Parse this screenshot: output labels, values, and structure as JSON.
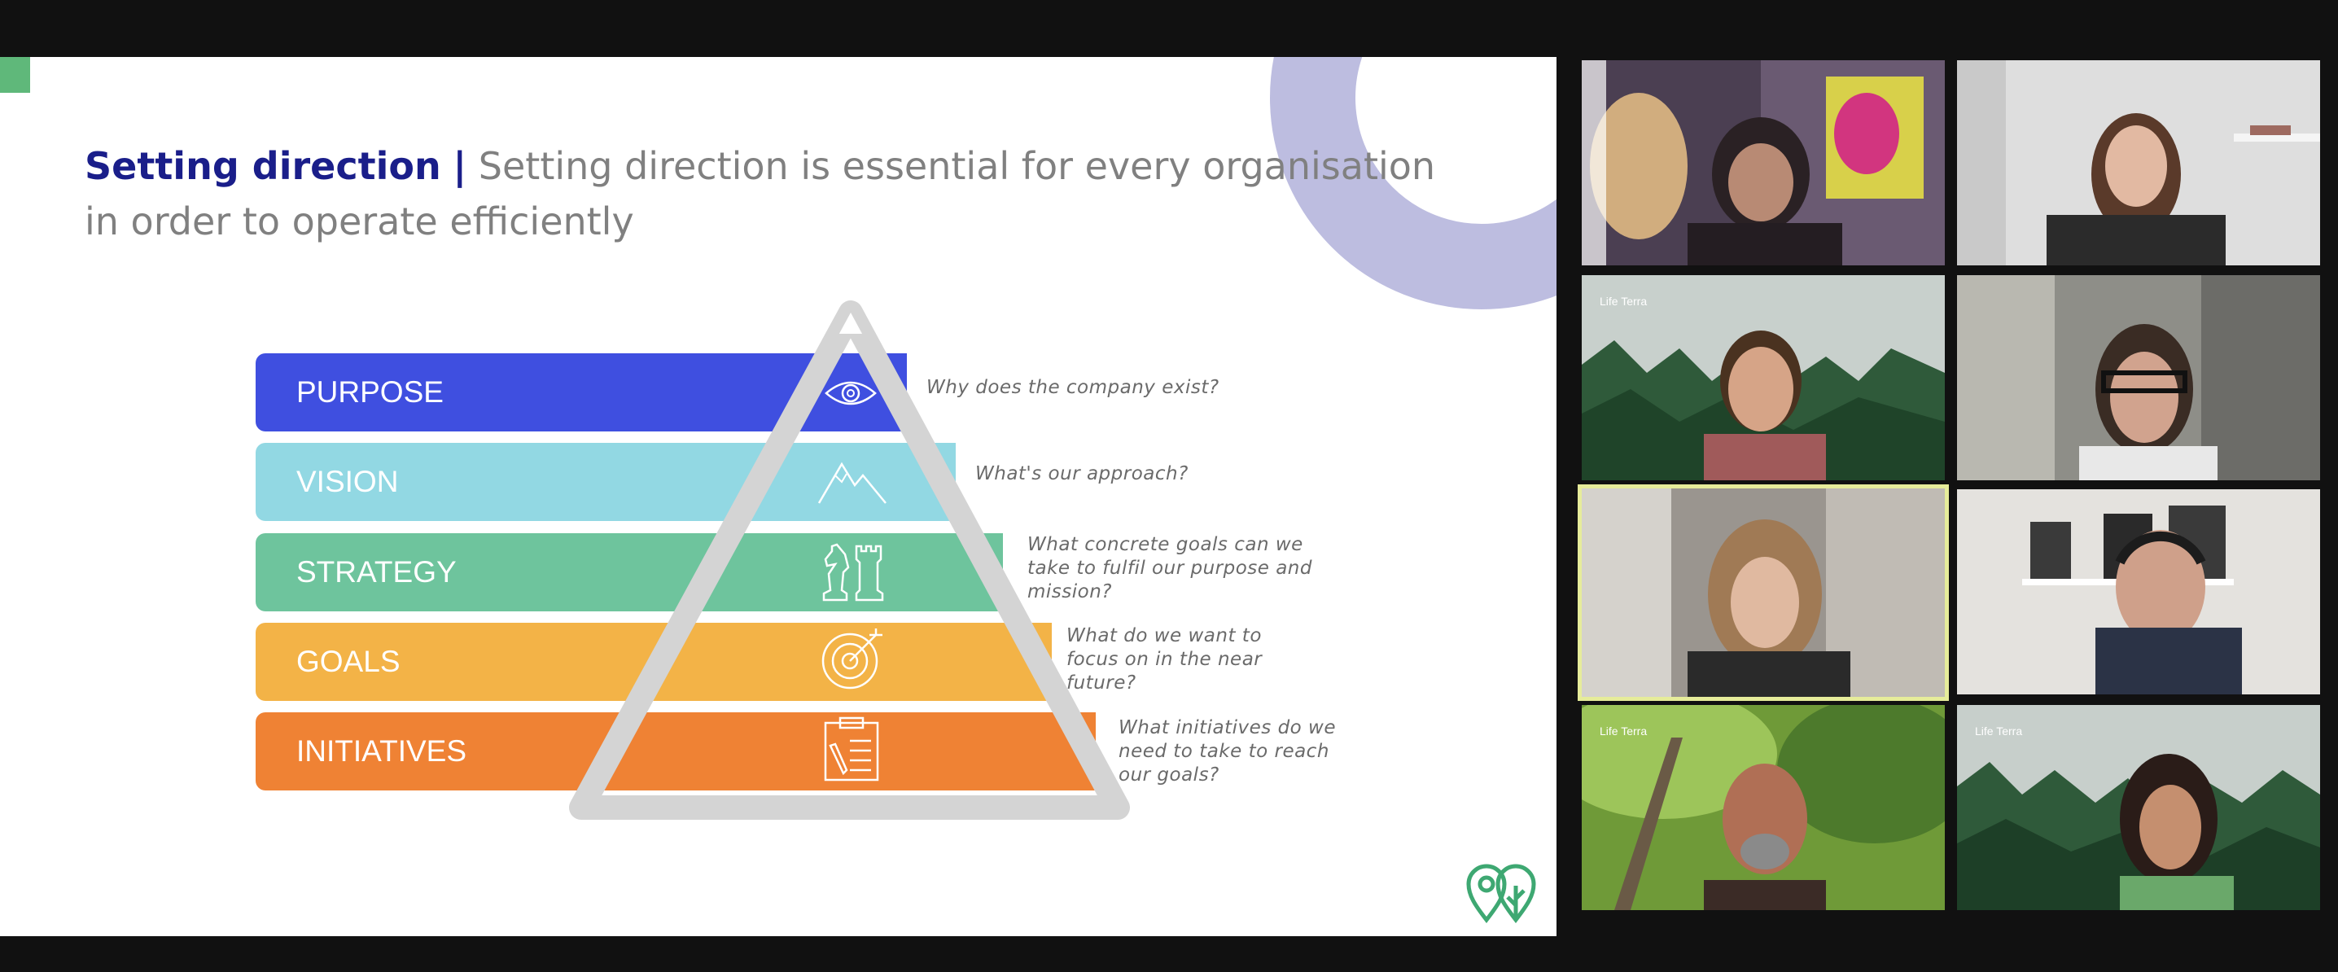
{
  "slide": {
    "title_bold": "Setting direction",
    "title_separator": "|",
    "title_rest": "Setting direction is essential for every organisation in order to operate efficiently",
    "pyramid": [
      {
        "label": "PURPOSE",
        "color": "#3f4fe0",
        "icon": "eye-icon",
        "caption": "Why does the company exist?"
      },
      {
        "label": "VISION",
        "color": "#92d8e3",
        "icon": "mountains-icon",
        "caption": "What's our approach?"
      },
      {
        "label": "STRATEGY",
        "color": "#6ec49d",
        "icon": "chess-pieces-icon",
        "caption": "What concrete goals can we take to fulfil our purpose and mission?"
      },
      {
        "label": "GOALS",
        "color": "#f3b347",
        "icon": "target-icon",
        "caption": "What do we want to focus on in the near future?"
      },
      {
        "label": "INITIATIVES",
        "color": "#ef8234",
        "icon": "clipboard-icon",
        "caption": "What initiatives do we need to take to reach our goals?"
      }
    ],
    "logo_icon": "life-terra-logo-icon"
  },
  "video_grid": {
    "tiles": [
      {
        "id": 1,
        "background": "indoor-lamp-room",
        "watermark": ""
      },
      {
        "id": 2,
        "background": "white-room-shelf",
        "watermark": ""
      },
      {
        "id": 3,
        "background": "misty-forest",
        "watermark": "Life Terra"
      },
      {
        "id": 4,
        "background": "blurred-room",
        "watermark": ""
      },
      {
        "id": 5,
        "background": "blurred-room-active-speaker",
        "watermark": "",
        "active_speaker": true
      },
      {
        "id": 6,
        "background": "room-with-frames",
        "watermark": ""
      },
      {
        "id": 7,
        "background": "sunlit-forest",
        "watermark": "Life Terra"
      },
      {
        "id": 8,
        "background": "misty-forest",
        "watermark": "Life Terra"
      }
    ],
    "active_border_color": "#e6ec9a"
  }
}
